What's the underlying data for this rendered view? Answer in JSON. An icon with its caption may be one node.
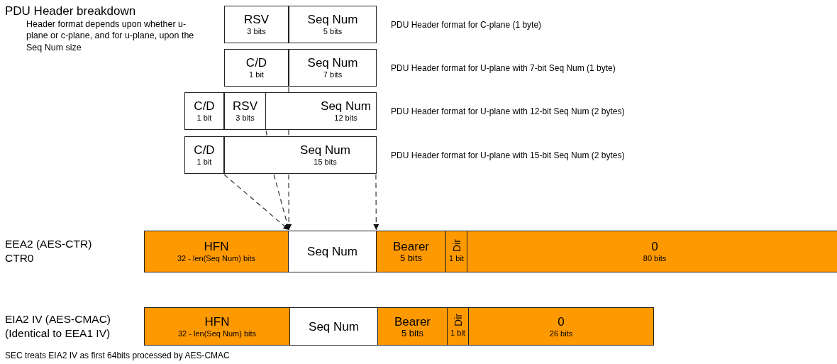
{
  "diagram": {
    "title": "PDU Header breakdown",
    "nodes": [
      {
        "text": [
          "RSV",
          "3 bits"
        ]
      },
      {
        "text": [
          "Seq Num",
          "5 bits"
        ]
      },
      {
        "text": [
          "C/D",
          "1 bit"
        ]
      },
      {
        "text": [
          "Seq Num",
          "7 bits"
        ]
      },
      {
        "text": [
          "C/D",
          "1 bit"
        ]
      },
      {
        "text": [
          "RSV",
          "3 bits"
        ]
      },
      {
        "text": [
          "Seq Num",
          "12 bits"
        ]
      },
      {
        "text": [
          "C/D",
          "1 bit"
        ]
      },
      {
        "text": [
          "Seq Num",
          "15 bits"
        ]
      },
      {
        "text": [
          "HFN",
          "32 - len(Seq Num) bits"
        ]
      },
      {
        "text": [
          "Seq Num"
        ]
      },
      {
        "text": [
          "Bearer",
          "5 bits"
        ]
      },
      {
        "text": [
          "Dir",
          "1 bit"
        ]
      },
      {
        "text": [
          "0",
          "80 bits"
        ]
      },
      {
        "text": [
          "HFN",
          "32 - len(Seq Num) bits"
        ]
      },
      {
        "text": [
          "Seq Num"
        ]
      },
      {
        "text": [
          "Bearer",
          "5 bits"
        ]
      },
      {
        "text": [
          "Dir",
          "1 bit"
        ]
      },
      {
        "text": [
          "0",
          "26 bits"
        ]
      }
    ],
    "edges": [
      {
        "from": 7,
        "to": 10,
        "arrow": "to",
        "style": "dashed"
      },
      {
        "from": 8,
        "to": 10,
        "arrow": "to",
        "style": "dashed"
      },
      {
        "from": 8,
        "to": 10,
        "arrow": "to",
        "style": "dashed"
      },
      {
        "from": 8,
        "to": 10,
        "arrow": "to",
        "style": "dashed"
      }
    ],
    "labels": [
      "Header format depends upon whether u-plane or c-plane, and for u-plane, upon the Seq Num size",
      "PDU Header format for C-plane (1 byte)",
      "PDU Header format for U-plane with 7-bit Seq Num (1 byte)",
      "PDU Header format for U-plane with 12-bit Seq Num (2 bytes)",
      "PDU Header format for U-plane with 15-bit Seq Num (2 bytes)",
      "EEA2 (AES-CTR) CTR0",
      "EIA2 IV (AES-CMAC) (Identical to EEA1 IV)",
      "SEC treats EIA2 IV as first 64bits processed by AES-CMAC"
    ]
  }
}
